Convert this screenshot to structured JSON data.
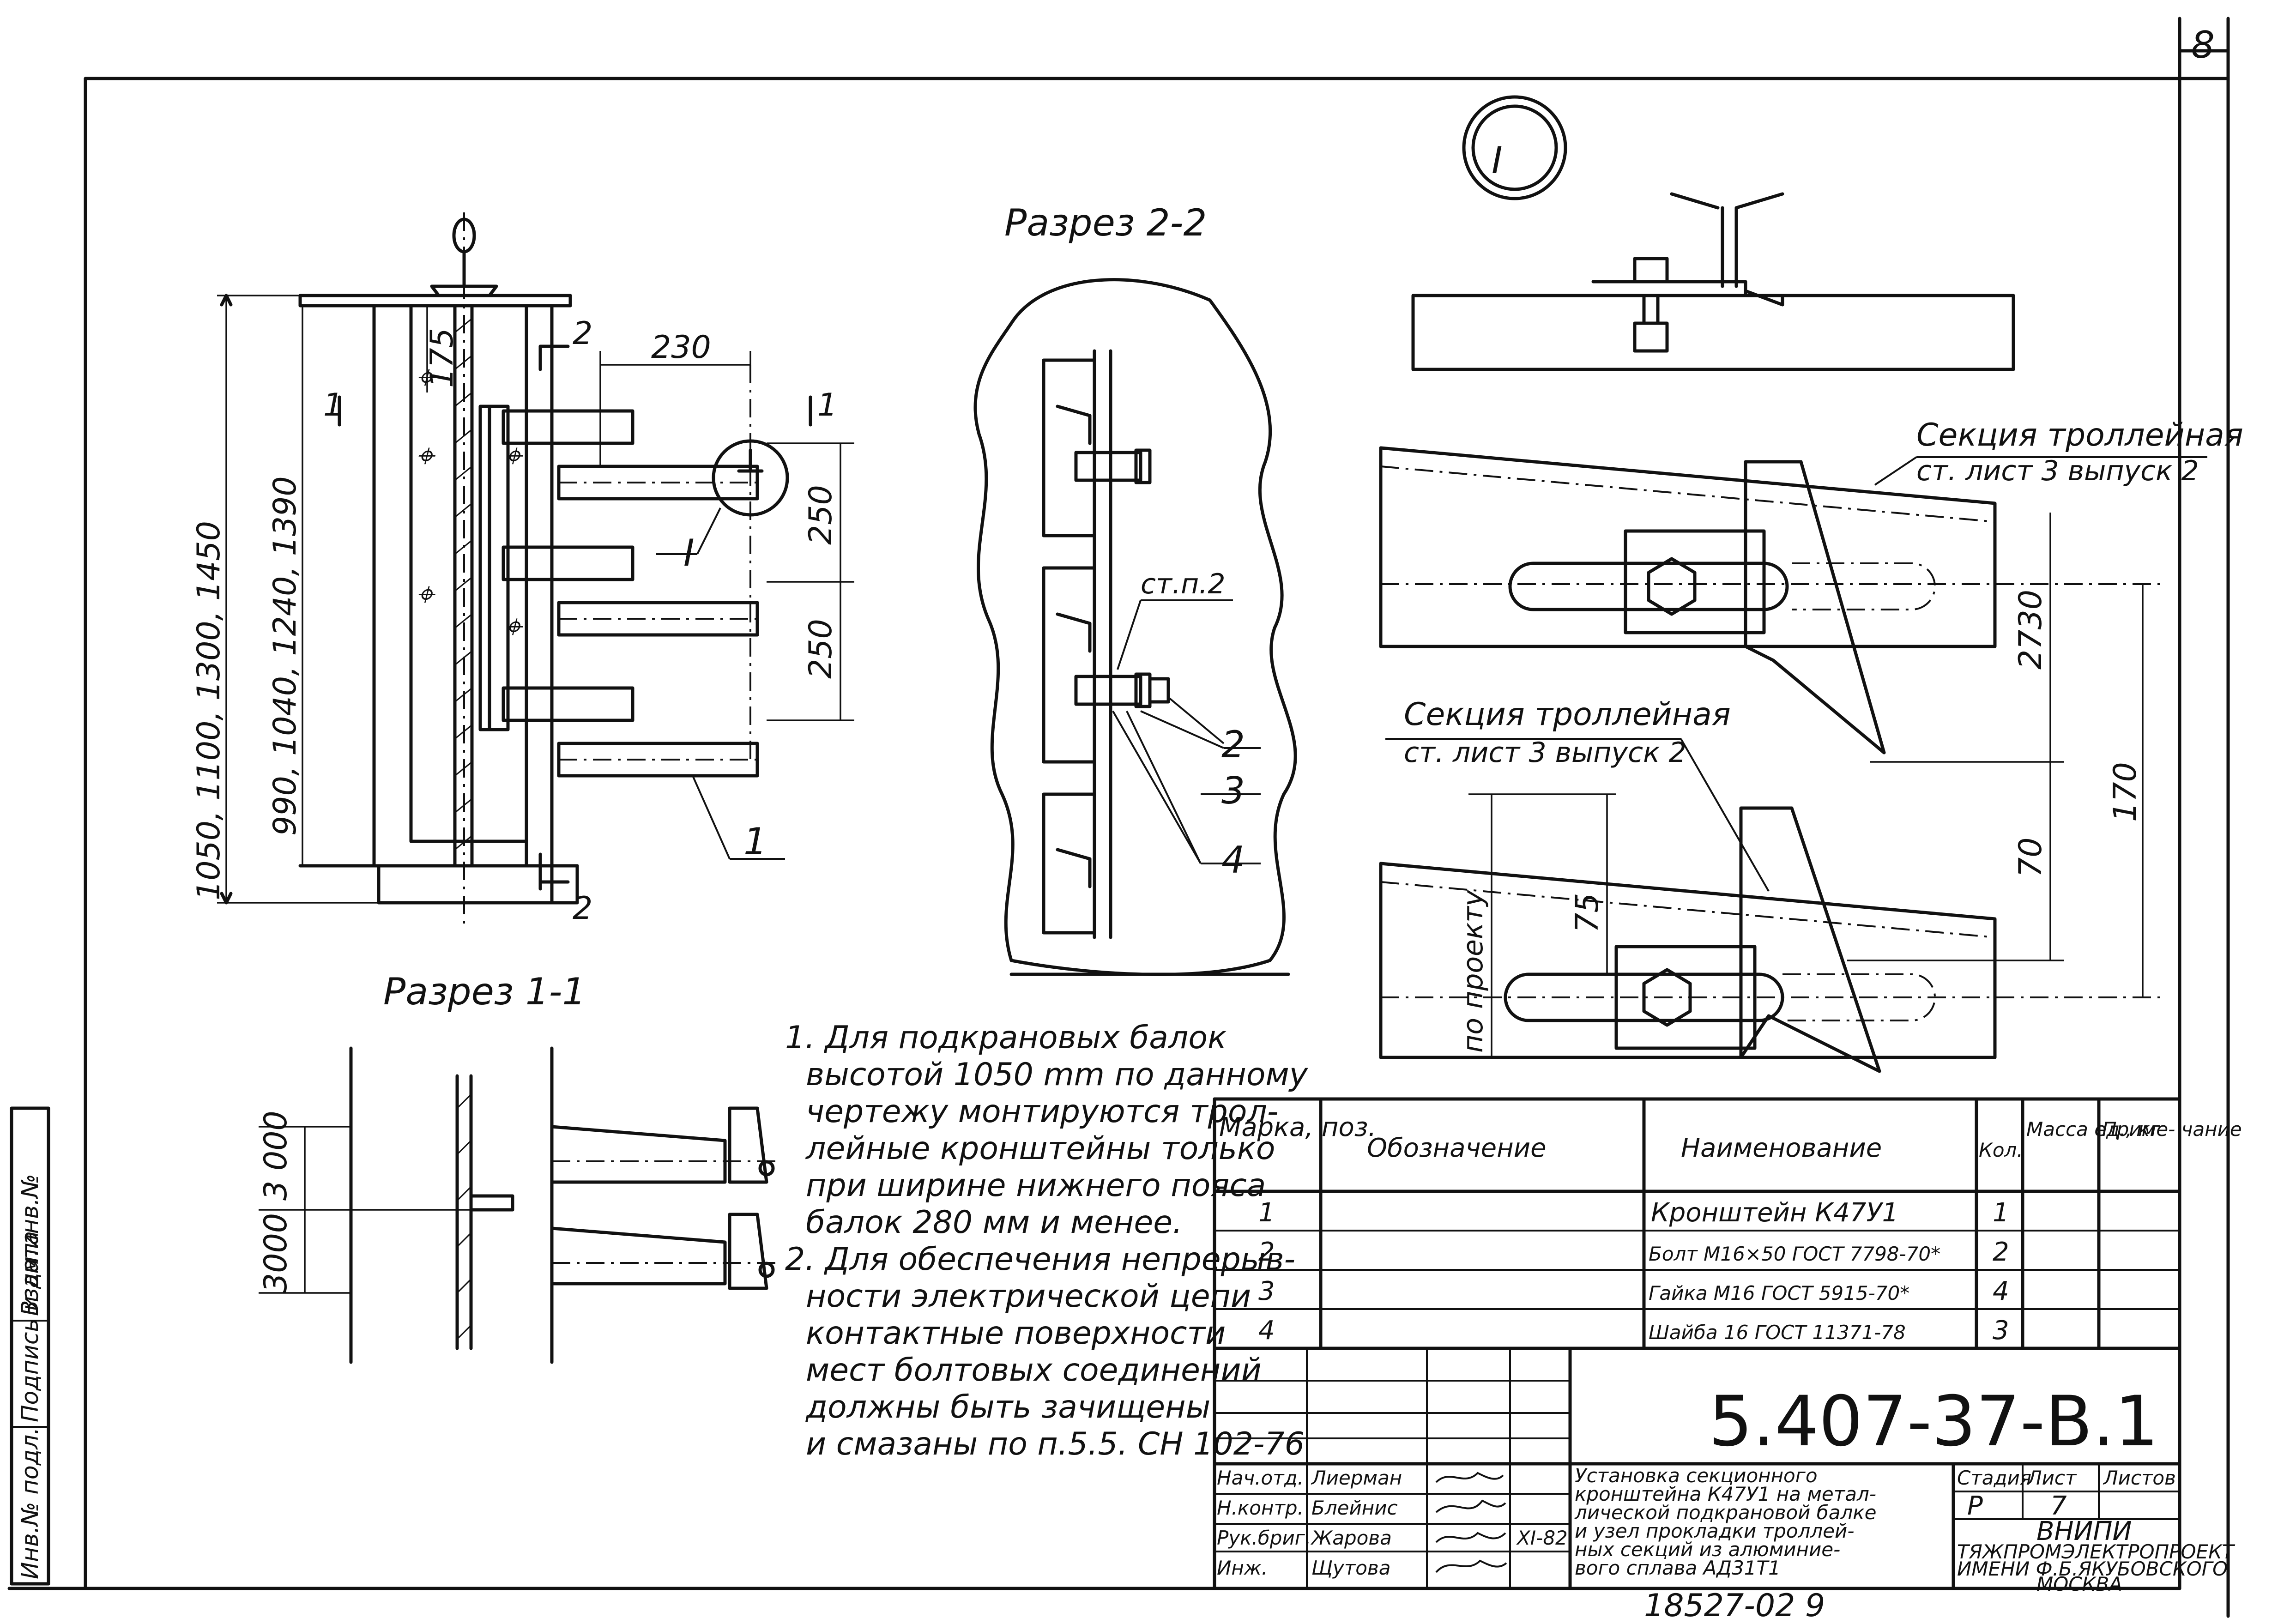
{
  "sheet_number": "8",
  "view_mark": "I",
  "section_2_title": "Разрез 2-2",
  "section_1_title": "Разрез 1-1",
  "elevation": {
    "total_heights": "1050, 1100, 1300, 1450",
    "inner_heights": "990, 1040, 1240, 1390",
    "dim_175": "175",
    "dim_230": "230",
    "dim_250_a": "250",
    "dim_250_b": "250",
    "cut_2_top": "2",
    "cut_2_bottom": "2",
    "cut_1_left": "1",
    "cut_1_right": "1",
    "callout_detail": "I",
    "callout_pos1": "1"
  },
  "section_2": {
    "ref_label": "ст.п.2",
    "pos2": "2",
    "pos3": "3",
    "pos4": "4"
  },
  "section_1": {
    "dim_3000_a": "3 000",
    "dim_3000_b": "3000"
  },
  "detail": {
    "trolley_label_1": "Секция троллейная",
    "trolley_ref_1": "ст. лист 3 выпуск 2",
    "trolley_label_2": "Секция троллейная",
    "trolley_ref_2": "ст. лист 3 выпуск 2",
    "dim_2730": "2730",
    "dim_170": "170",
    "dim_70": "70",
    "dim_75": "75",
    "by_project": "по проекту"
  },
  "notes": [
    "1. Для подкрановых балок",
    "высотой 1050 mm по данному",
    "чертежу монтируются трол-",
    "лейные кронштейны только",
    "при ширине нижнего пояса",
    "балок 280 мм и менее.",
    "2. Для обеспечения непрерыв-",
    "ности электрической цепи",
    "контактные поверхности",
    "мест болтовых соединений",
    "должны быть зачищены",
    "и смазаны по п.5.5. СН 102-76"
  ],
  "spec_table": {
    "headers": [
      "Марка, поз.",
      "Обозначение",
      "Наименование",
      "Кол.",
      "Масса ед., кг",
      "Приме- чание"
    ],
    "rows": [
      [
        "1",
        "",
        "Кронштейн К47У1",
        "1",
        "",
        ""
      ],
      [
        "2",
        "",
        "Болт М16×50 ГОСТ 7798-70*",
        "2",
        "",
        ""
      ],
      [
        "3",
        "",
        "Гайка М16 ГОСТ 5915-70*",
        "4",
        "",
        ""
      ],
      [
        "4",
        "",
        "Шайба 16 ГОСТ 11371-78",
        "3",
        "",
        ""
      ]
    ]
  },
  "title_block": {
    "code": "5.407-37-В.1",
    "description": [
      "Установка секционного",
      "кронштейна К47У1 на метал-",
      "лической подкрановой балке",
      "и узел прокладки троллей-",
      "ных секций из алюминие-",
      "вого сплава АД31Т1"
    ],
    "stage_header": "Стадия",
    "sheet_header": "Лист",
    "sheets_header": "Листов",
    "stage": "Р",
    "sheet": "7",
    "sheets": "",
    "org_lines": [
      "ВНИПИ",
      "ТЯЖПРОМЭЛЕКТРОПРОЕКТ",
      "ИМЕНИ Ф.Б.ЯКУБОВСКОГО",
      "МОСКВА"
    ],
    "date": "XI-82",
    "signers": [
      {
        "role": "Нач.отд.",
        "name": "Лиерман"
      },
      {
        "role": "Н.контр.",
        "name": "Блейнис"
      },
      {
        "role": "Рук.бриг.",
        "name": "Жарова"
      },
      {
        "role": "Инж.",
        "name": "Щутова"
      }
    ]
  },
  "margin_stamp": [
    "Инв.№ подл.",
    "Подпись и дата",
    "Взам.инв.№"
  ],
  "archive_number": "18527-02  9"
}
